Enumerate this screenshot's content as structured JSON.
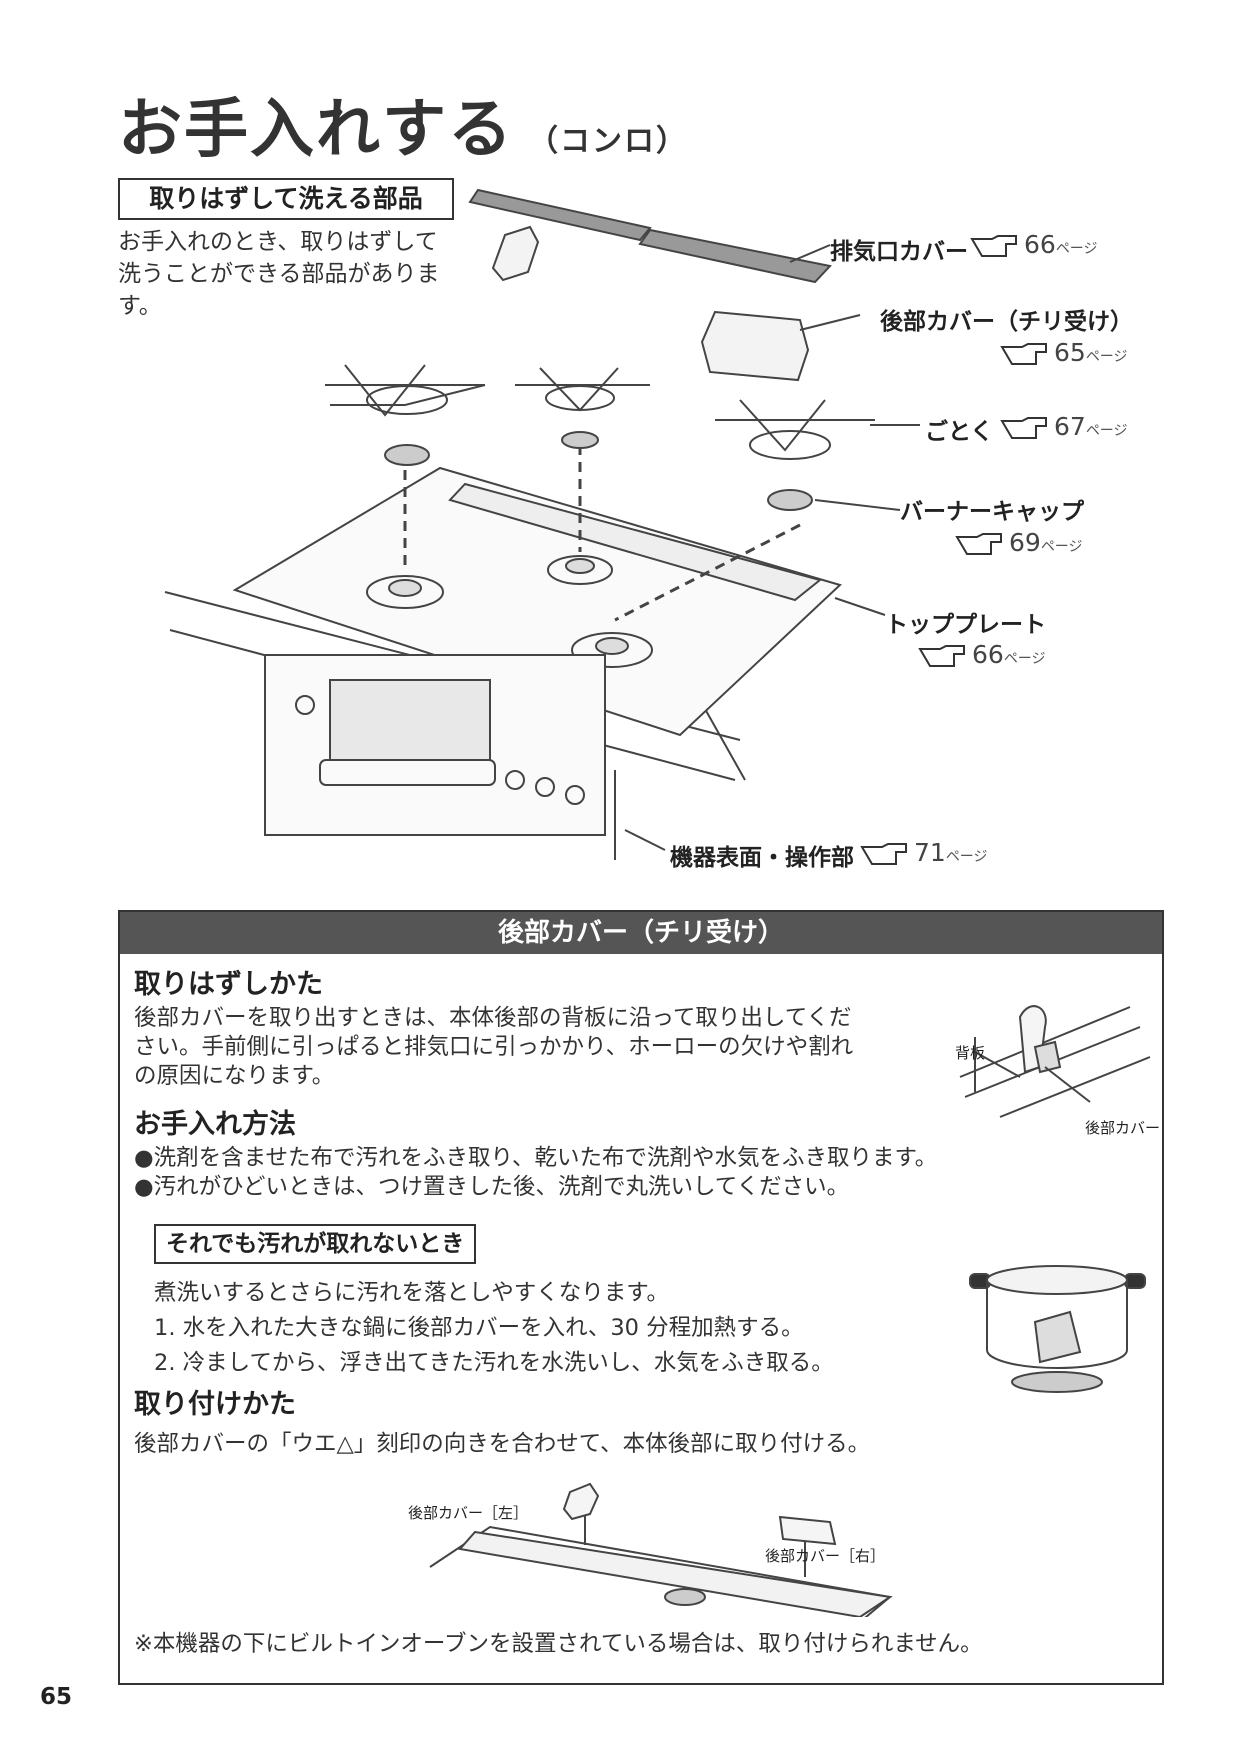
{
  "title": "お手入れする",
  "title_sub": "（コンロ）",
  "removable_label": "取りはずして洗える部品",
  "intro_lines": [
    "お手入れのとき、取りはずして",
    "洗うことができる部品がありま",
    "す。"
  ],
  "callouts": {
    "exhaust": {
      "label": "排気口カバー",
      "page": "66",
      "unit": "ページ"
    },
    "rear_cover": {
      "label": "後部カバー（チリ受け）",
      "page": "65",
      "unit": "ページ"
    },
    "gotoku": {
      "label": "ごとく",
      "page": "67",
      "unit": "ページ"
    },
    "burner_cap": {
      "label": "バーナーキャップ",
      "page": "69",
      "unit": "ページ"
    },
    "top_plate": {
      "label": "トッププレート",
      "page": "66",
      "unit": "ページ"
    },
    "surface": {
      "label": "機器表面・操作部",
      "page": "71",
      "unit": "ページ"
    }
  },
  "panel": {
    "header": "後部カバー（チリ受け）",
    "s1": {
      "heading": "取りはずしかた",
      "lines": [
        "後部カバーを取り出すときは、本体後部の背板に沿って取り出してくだ",
        "さい。手前側に引っぱると排気口に引っかかり、ホーローの欠けや割れ",
        "の原因になります。"
      ],
      "label_back": "背板",
      "label_cover": "後部カバー"
    },
    "s2": {
      "heading": "お手入れ方法",
      "bullets": [
        "●洗剤を含ませた布で汚れをふき取り、乾いた布で洗剤や水気をふき取ります。",
        "●汚れがひどいときは、つけ置きした後、洗剤で丸洗いしてください。"
      ]
    },
    "s3": {
      "box": "それでも汚れが取れないとき",
      "lines": [
        "煮洗いするとさらに汚れを落としやすくなります。",
        "1. 水を入れた大きな鍋に後部カバーを入れ、30 分程加熱する。",
        "2. 冷ましてから、浮き出てきた汚れを水洗いし、水気をふき取る。"
      ]
    },
    "s4": {
      "heading": "取り付けかた",
      "line": "後部カバーの「ウエ△」刻印の向きを合わせて、本体後部に取り付ける。",
      "label_left": "後部カバー［左］",
      "label_right": "後部カバー［右］"
    },
    "note": "※本機器の下にビルトインオーブンを設置されている場合は、取り付けられません。"
  },
  "page_number": "65"
}
